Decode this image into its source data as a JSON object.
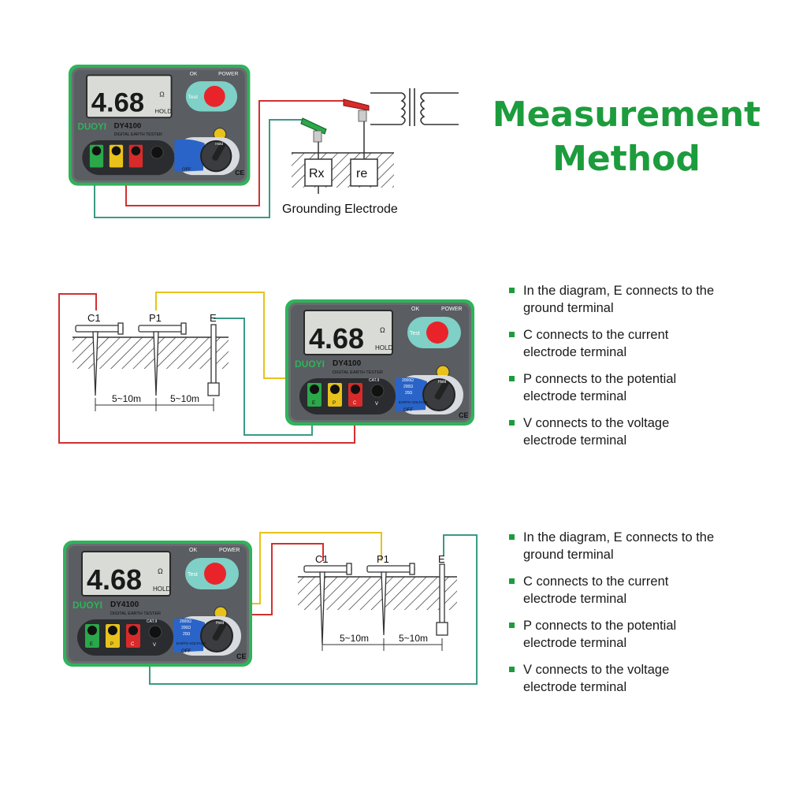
{
  "heading": {
    "line1": "Measurement",
    "line2": "Method"
  },
  "device": {
    "display_value": "4.68",
    "unit": "Ω",
    "hold_label": "HOLD",
    "brand": "DUOYI",
    "model": "DY4100",
    "subtitle": "DIGITAL EARTH TESTER",
    "ok_label": "OK",
    "power_label": "POWER",
    "test_label": "Test",
    "hold_button_label": "Hold",
    "ce_mark": "CE",
    "cat_label": "CAT.II",
    "off_label": "OFF",
    "earth_voltage_label": "EARTH VOLTAGE",
    "range_labels": [
      "2000Ω",
      "200Ω",
      "20Ω"
    ],
    "terminal_labels": [
      "E",
      "P",
      "C",
      "V"
    ]
  },
  "diagram1": {
    "rx_label": "Rx",
    "re_label": "re",
    "caption": "Grounding Electrode"
  },
  "electrodes": {
    "labels": [
      "C1",
      "P1",
      "E"
    ],
    "spacing": [
      "5~10m",
      "5~10m"
    ]
  },
  "notes": [
    {
      "text_line1": "In the diagram, E connects to the",
      "text_line2": "ground terminal"
    },
    {
      "text_line1": "C connects to the current",
      "text_line2": "electrode terminal"
    },
    {
      "text_line1": "P connects to the potential",
      "text_line2": "electrode terminal"
    },
    {
      "text_line1": "V connects to the voltage",
      "text_line2": "electrode terminal"
    }
  ],
  "colors": {
    "accent_green": "#1c9c3c",
    "wire_red": "#d23030",
    "wire_yellow": "#e8c21a",
    "wire_teal": "#3a9a84",
    "device_green": "#2fb35a",
    "device_gray": "#5c5f63"
  }
}
